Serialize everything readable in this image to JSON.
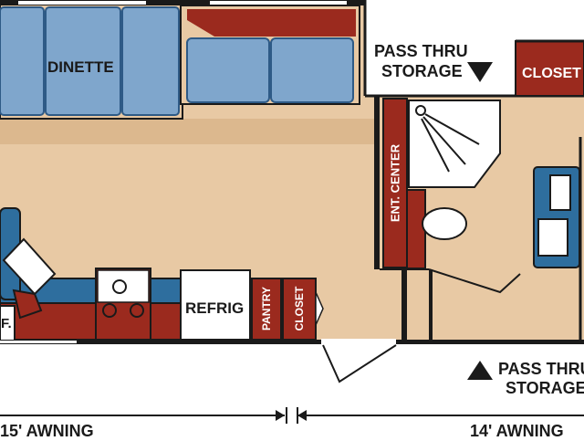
{
  "labels": {
    "dinette": "DINETTE",
    "pass_thru_storage_top_line1": "PASS THRU",
    "pass_thru_storage_top_line2": "STORAGE",
    "closet_top": "CLOSET",
    "ent_center": "ENT. CENTER",
    "refrig": "REFRIG",
    "pantry": "PANTRY",
    "closet_vertical": "CLOSET",
    "ref_partial": "F.",
    "pass_thru_storage_bottom_line1": "PASS THRU",
    "pass_thru_storage_bottom_line2": "STORAGE",
    "awning_left": "15' AWNING",
    "awning_right": "14' AWNING"
  },
  "colors": {
    "floor": "#e8c9a4",
    "cushion_blue": "#7fa6cc",
    "cushion_outline": "#2e5a86",
    "cabinet_red": "#9b2a1e",
    "wall": "#1a1a1a",
    "white": "#ffffff",
    "counter_blue": "#2e6e9e"
  }
}
